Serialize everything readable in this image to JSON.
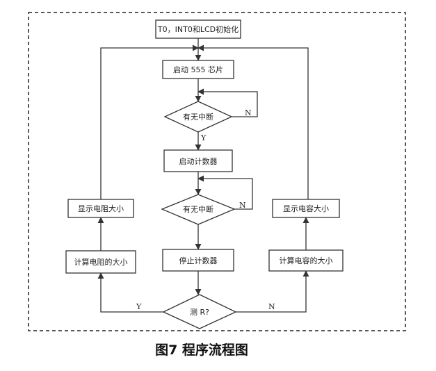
{
  "nodes": {
    "init": "T0，INT0和LCD初始化",
    "start555": "启动 555 芯片",
    "decision1": "有无中断",
    "startCounter": "启动计数器",
    "decision2": "有无中断",
    "stopCounter": "停止计数器",
    "decisionR": "测 R?",
    "calcRes": "计算电阻的大小",
    "showRes": "显示电阻大小",
    "calcCap": "计算电容的大小",
    "showCap": "显示电容大小"
  },
  "branch_labels": {
    "d1_no": "N",
    "d1_yes": "Y",
    "d2_no": "N",
    "dr_yes": "Y",
    "dr_no": "N"
  },
  "caption": "图7  程序流程图"
}
